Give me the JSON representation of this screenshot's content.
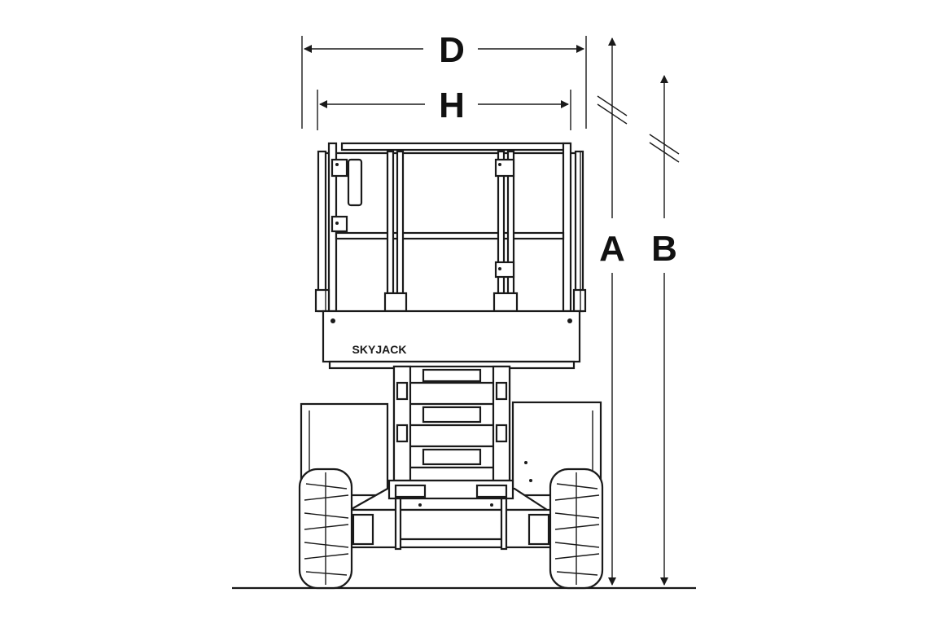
{
  "dimensions": {
    "overall_width": "D",
    "platform_width": "H",
    "platform_height": "A",
    "overall_height": "B"
  },
  "brand": "SKYJACK",
  "colors": {
    "line": "#1a1a1a",
    "background": "#ffffff"
  }
}
